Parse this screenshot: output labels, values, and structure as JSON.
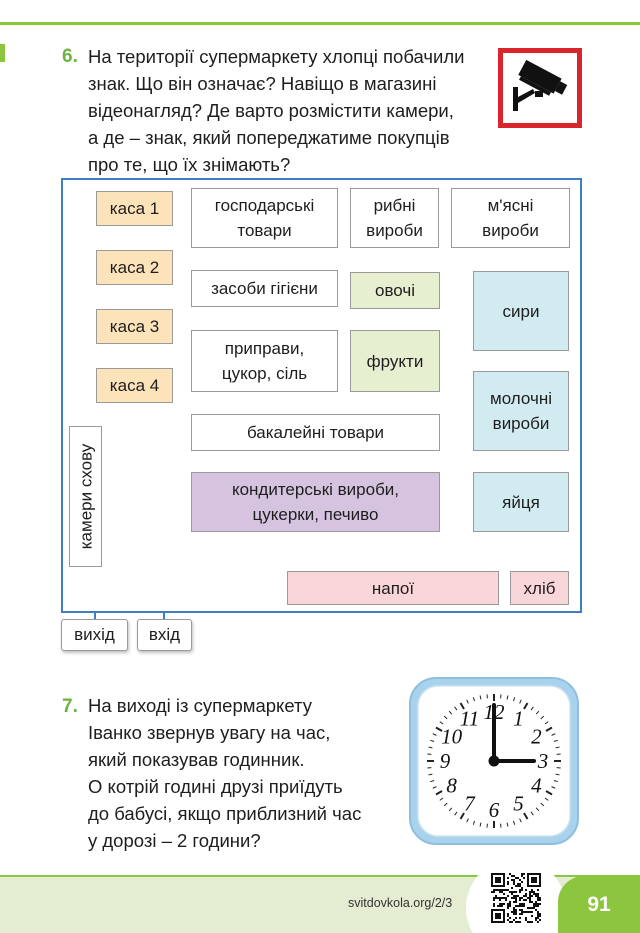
{
  "task6": {
    "number": "6.",
    "lines": [
      "На території супермаркету хлопці побачили",
      "знак. Що він означає? Навіщо в магазині",
      "відеонагляд? Де варто розмістити камери,",
      "а де – знак, який попереджатиме покупців",
      "про те, що їх знімають?"
    ],
    "sign_icon": "cctv-camera-icon",
    "sign_color": "#d8262c"
  },
  "plan": {
    "cash1": "каса 1",
    "cash2": "каса 2",
    "cash3": "каса 3",
    "cash4": "каса 4",
    "household": "господарські\nтовари",
    "fish": "рибні\nвироби",
    "meat": "м'ясні\nвироби",
    "hygiene": "засоби гігієни",
    "vegetables": "овочі",
    "spices": "приправи,\nцукор, сіль",
    "fruits": "фрукти",
    "cheese": "сири",
    "dairy": "молочні\nвироби",
    "grocery": "бакалейні товари",
    "confectionery": "кондитерські вироби,\nцукерки, печиво",
    "eggs": "яйця",
    "lockers": "камери схову",
    "drinks": "напої",
    "bread": "хліб",
    "exit": "вихід",
    "entrance": "вхід",
    "colors": {
      "cash": "#fde3b9",
      "produce": "#e6f0d0",
      "dairy": "#d2ebf1",
      "confectionery": "#d5c3e0",
      "drinks": "#f9d6da",
      "border": "#3f7fc1"
    }
  },
  "task7": {
    "number": "7.",
    "lines": [
      "На виході із супермаркету",
      "Іванко звернув увагу на час,",
      "який показував годинник.",
      "О котрій годині друзі приїдуть",
      "до бабусі, якщо приблизний час",
      "у дорозі – 2 години?"
    ],
    "clock": {
      "numerals": [
        "12",
        "1",
        "2",
        "3",
        "4",
        "5",
        "6",
        "7",
        "8",
        "9",
        "10",
        "11"
      ],
      "hour": 3,
      "minute": 0
    }
  },
  "footer": {
    "url": "svitdovkola.org/2/3",
    "page_number": "91",
    "qr_icon": "qr-code-icon"
  }
}
